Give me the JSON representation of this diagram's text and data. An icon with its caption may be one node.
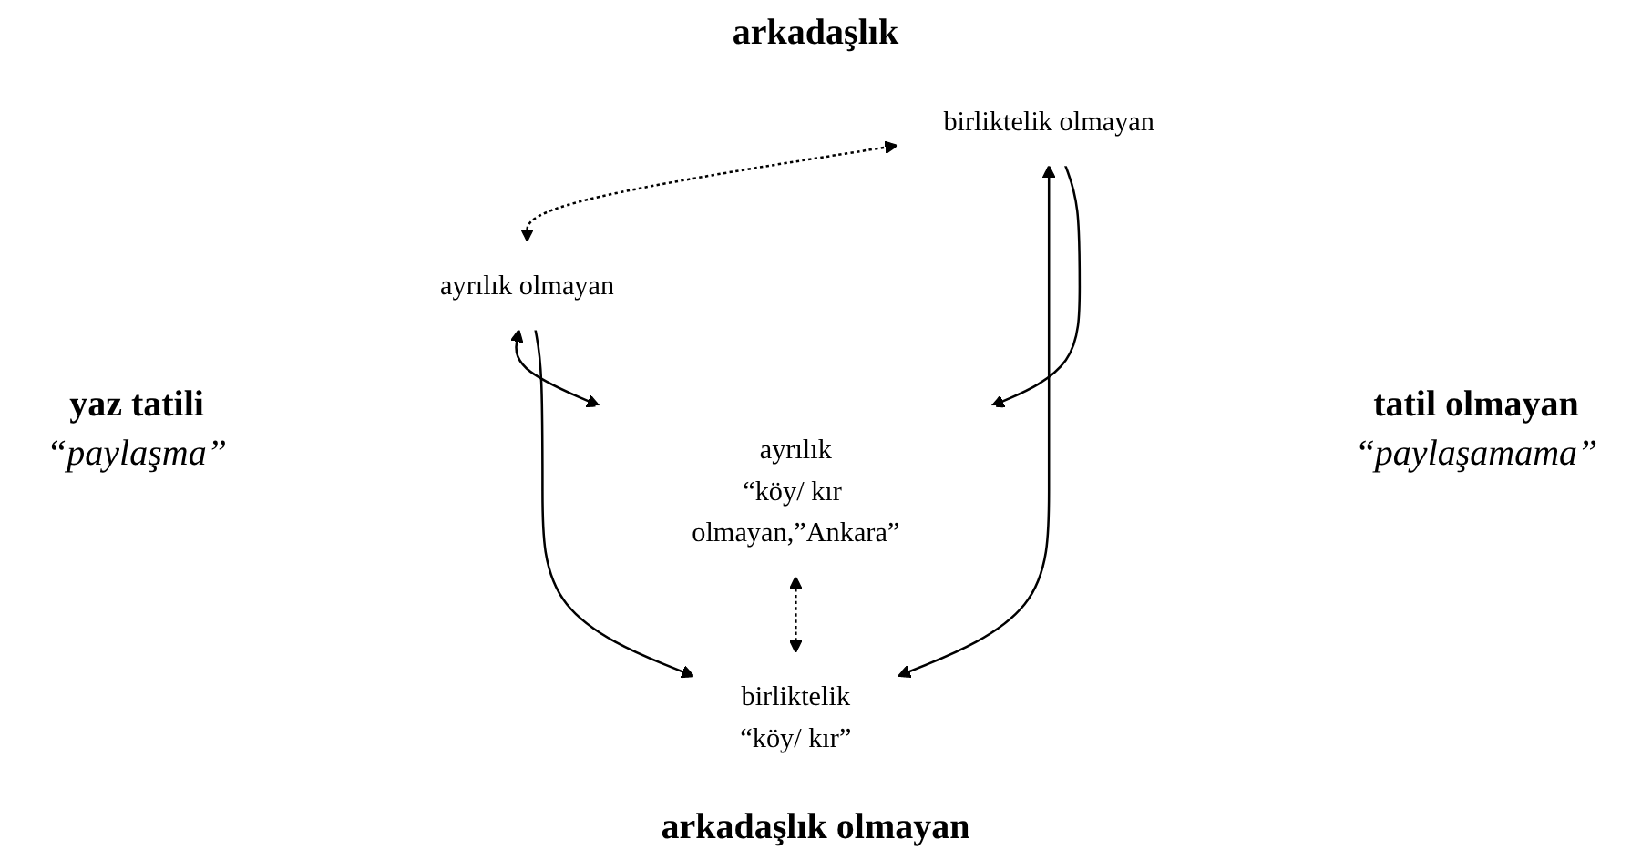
{
  "diagram": {
    "nodes": [
      {
        "text": [
          "birliktelik",
          "“köy/ kır”"
        ]
      },
      {
        "text": [
          "ayrılık",
          "“köy/ kır olmayan,”Ankara”"
        ]
      },
      {
        "text": [
          "ayrılık olmayan"
        ]
      },
      {
        "text": [
          "birliktelik olmayan"
        ]
      }
    ],
    "edges": [
      {
        "from": 0,
        "to": 1,
        "arrow": "both",
        "style": "dashed"
      },
      {
        "from": 2,
        "to": 3,
        "arrow": "both",
        "style": "dashed"
      },
      {
        "from": 0,
        "to": 3,
        "arrow": "both"
      },
      {
        "from": 1,
        "to": 2,
        "arrow": "both"
      },
      {
        "from": 2,
        "to": 0,
        "arrow": "to"
      },
      {
        "from": 3,
        "to": 1,
        "arrow": "to"
      }
    ],
    "labels": [
      "arkadaşlık",
      "yaz tatili",
      "“paylaşma”",
      "tatil olmayan",
      "“paylaşamama”",
      "arkadaşlık olmayan"
    ]
  }
}
